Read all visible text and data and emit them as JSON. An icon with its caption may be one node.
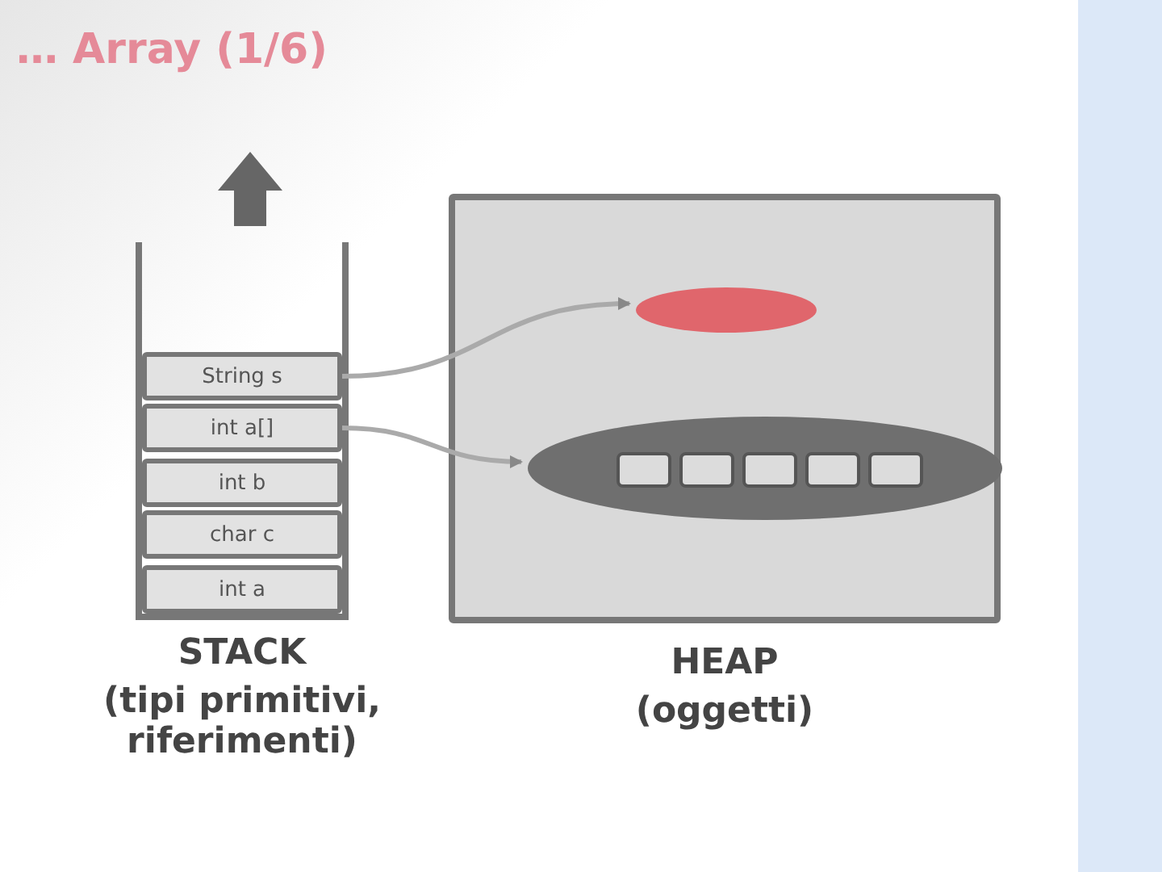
{
  "diagram": {
    "title": "… Array (1/6)",
    "nodes": [
      {
        "text": [
          "STACK",
          "(tipi primitivi, riferimenti)"
        ]
      },
      {
        "text": [
          "String s"
        ],
        "in": 0
      },
      {
        "text": [
          "int a[]"
        ],
        "in": 0
      },
      {
        "text": [
          "int b"
        ],
        "in": 0
      },
      {
        "text": [
          "char c"
        ],
        "in": 0
      },
      {
        "text": [
          "int a"
        ],
        "in": 0
      },
      {
        "text": [
          "HEAP",
          "(oggetti)"
        ]
      },
      {
        "text": [],
        "shape": "ellipse",
        "in": 6
      },
      {
        "text": [],
        "shape": "ellipse",
        "in": 6
      },
      {
        "text": [],
        "shape": "box",
        "in": 8
      },
      {
        "text": [],
        "shape": "box",
        "in": 8
      },
      {
        "text": [],
        "shape": "box",
        "in": 8
      },
      {
        "text": [],
        "shape": "box",
        "in": 8
      },
      {
        "text": [],
        "shape": "box",
        "in": 8
      }
    ],
    "edges": [
      {
        "from": 1,
        "to": 7,
        "arrow": "to"
      },
      {
        "from": 2,
        "to": 8,
        "arrow": "to"
      }
    ]
  }
}
